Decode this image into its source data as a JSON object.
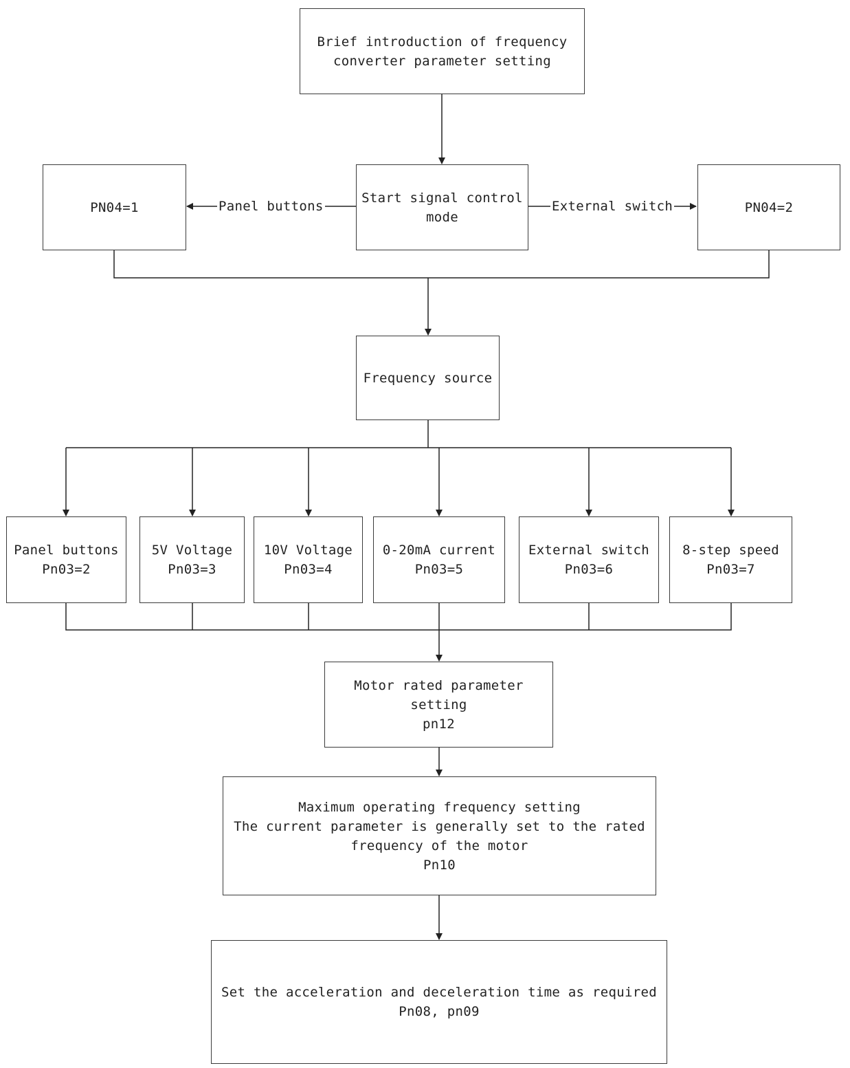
{
  "nodes": {
    "title": [
      "Brief introduction of frequency",
      "converter parameter setting"
    ],
    "start_mode": [
      "Start signal control",
      "mode"
    ],
    "pn04_1": [
      "PN04=1"
    ],
    "pn04_2": [
      "PN04=2"
    ],
    "freq_source": [
      "Frequency source"
    ],
    "src_panel": [
      "Panel buttons",
      "Pn03=2"
    ],
    "src_5v": [
      "5V Voltage",
      "Pn03=3"
    ],
    "src_10v": [
      "10V Voltage",
      "Pn03=4"
    ],
    "src_current": [
      "0-20mA current",
      "Pn03=5"
    ],
    "src_external": [
      "External switch",
      "Pn03=6"
    ],
    "src_8step": [
      "8-step speed",
      "Pn03=7"
    ],
    "motor_rated": [
      "Motor rated parameter",
      "setting",
      "pn12"
    ],
    "max_freq": [
      "Maximum operating frequency setting",
      "The current parameter is generally set to the rated",
      "frequency of the motor",
      "Pn10"
    ],
    "accel_decel": [
      "Set the acceleration and deceleration time as required",
      "Pn08, pn09"
    ]
  },
  "edge_labels": {
    "panel_buttons": "Panel buttons",
    "external_switch": "External switch"
  },
  "colors": {
    "line": "#222222",
    "border": "#3a3a3a",
    "text": "#222222"
  }
}
